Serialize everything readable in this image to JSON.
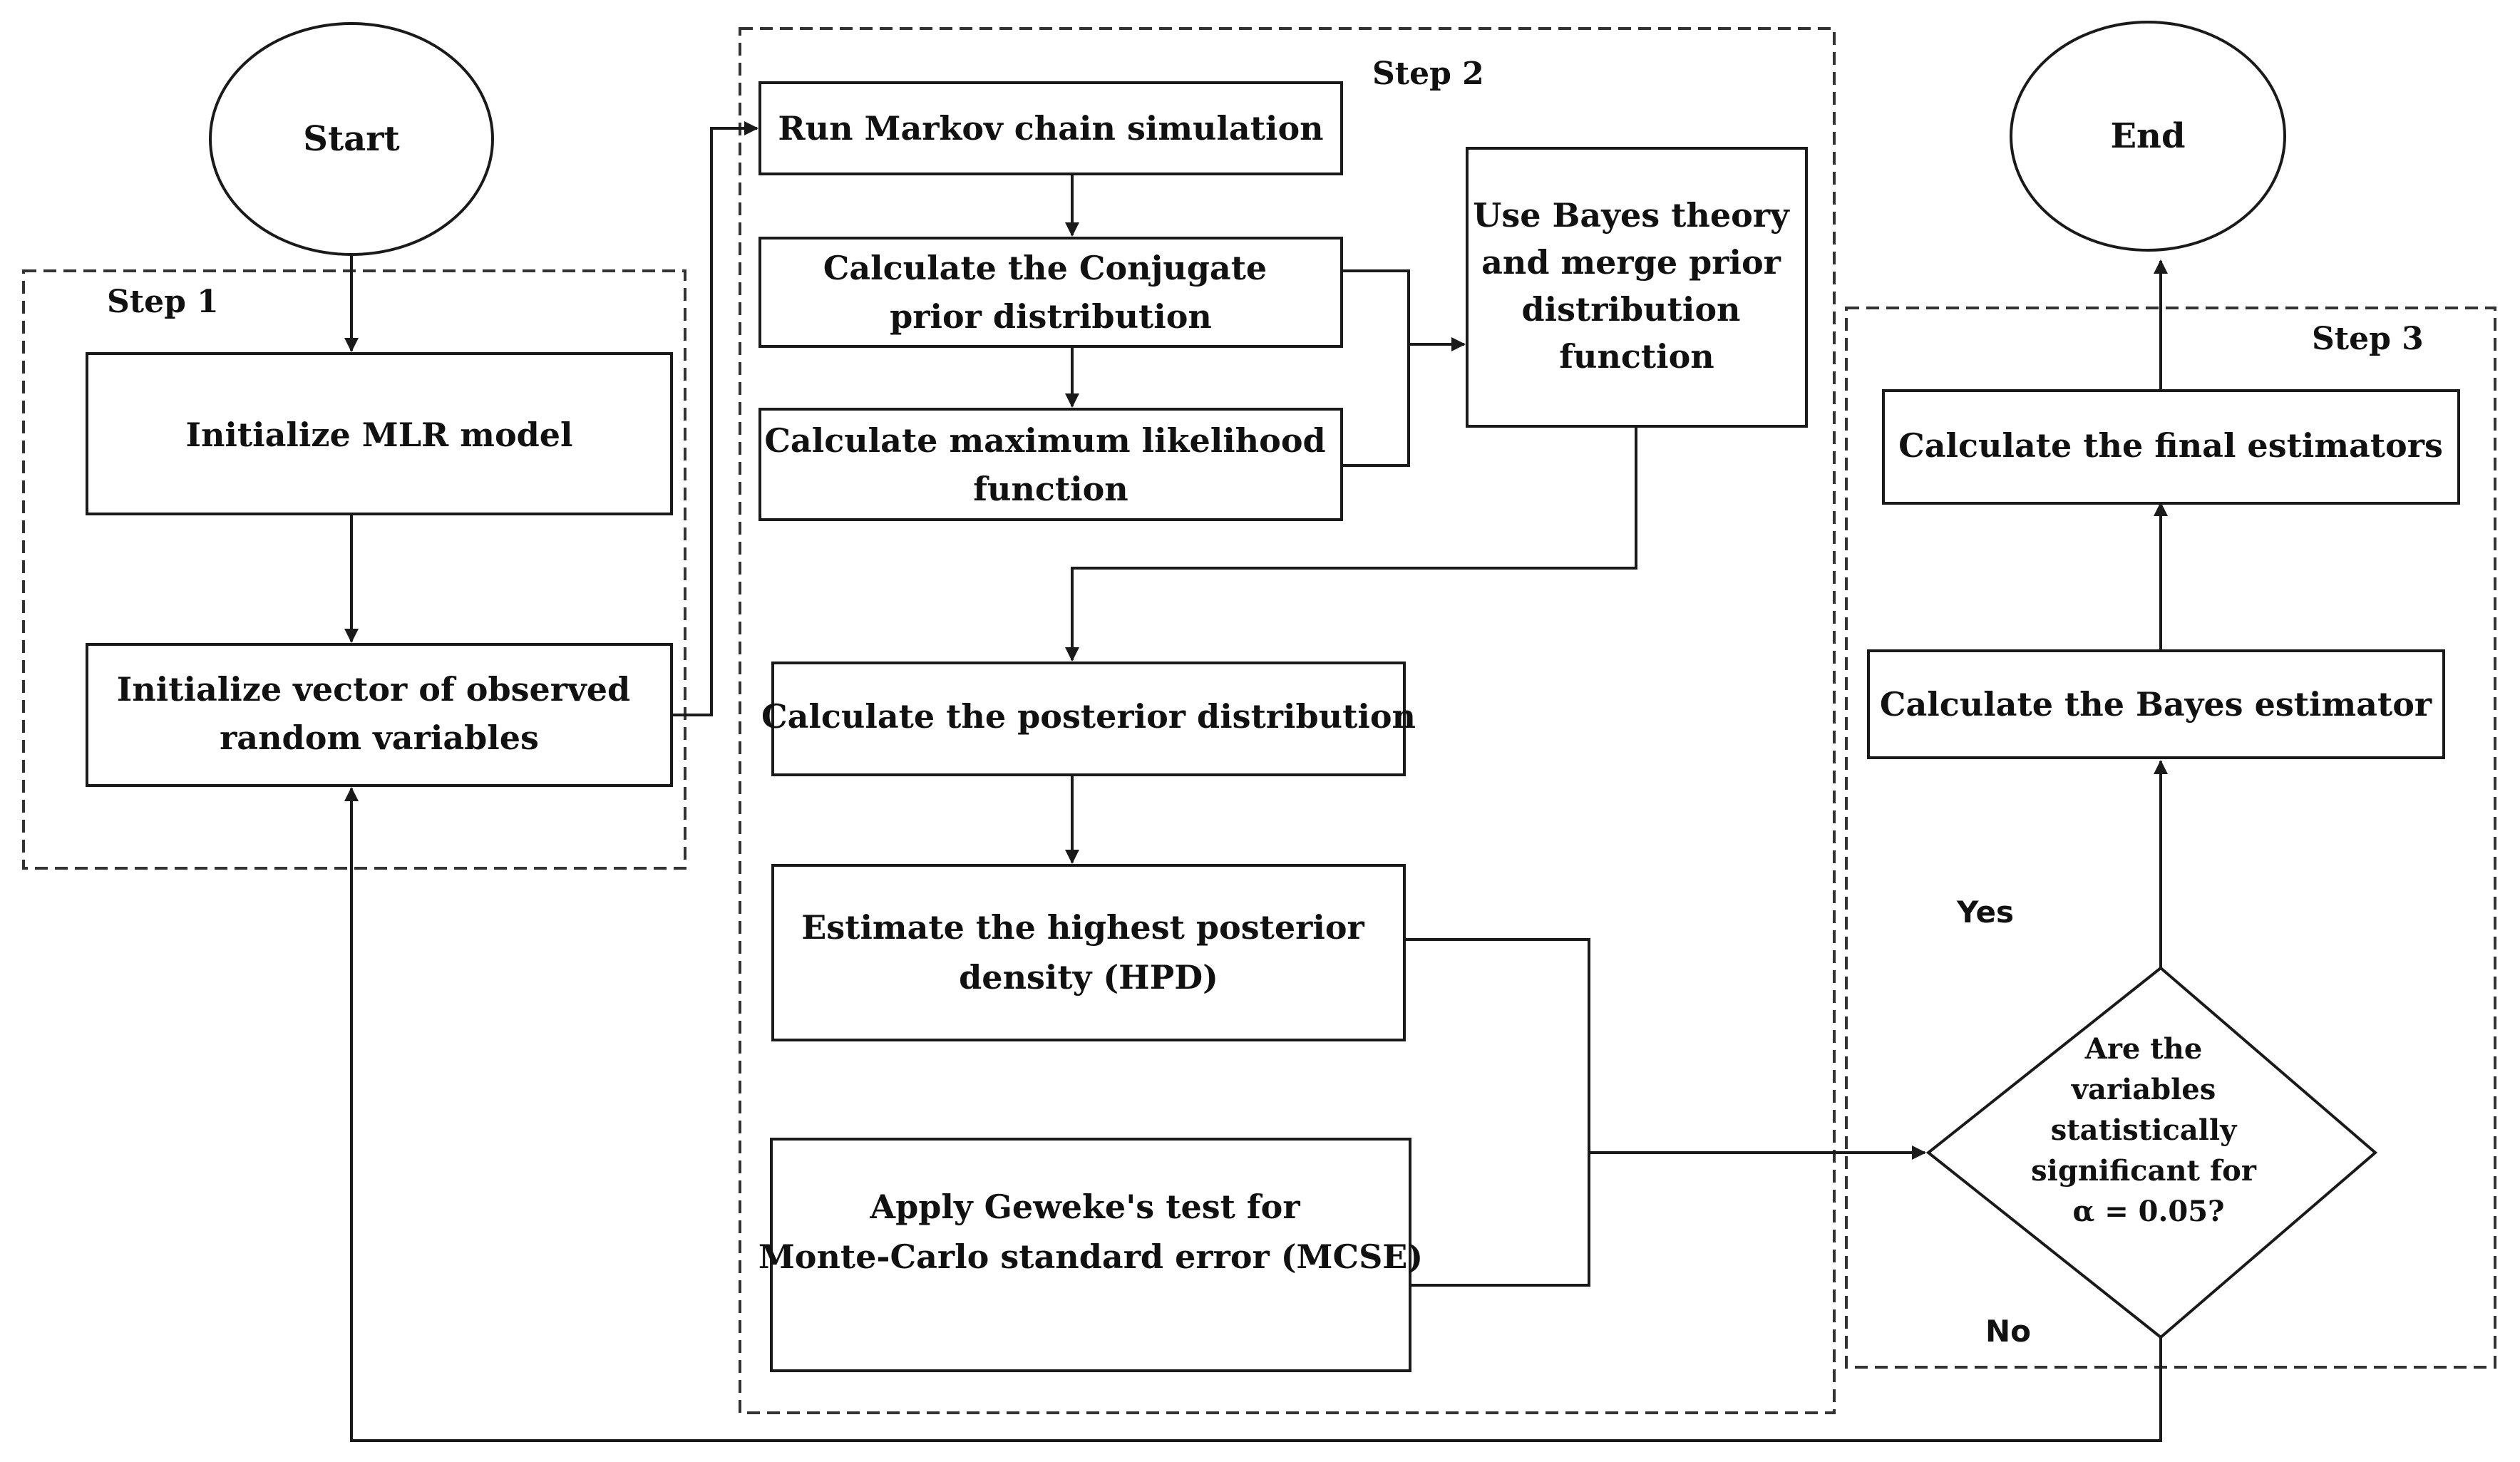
{
  "diagram": {
    "type": "flowchart",
    "groups": [
      {
        "id": "step1",
        "label": "Step 1"
      },
      {
        "id": "step2",
        "label": "Step 2"
      },
      {
        "id": "step3",
        "label": "Step 3"
      }
    ],
    "nodes": {
      "start": {
        "shape": "ellipse",
        "lines": [
          "Start"
        ]
      },
      "end": {
        "shape": "ellipse",
        "lines": [
          "End"
        ]
      },
      "init_mlr": {
        "shape": "rect",
        "group": "step1",
        "lines": [
          "Initialize MLR model"
        ]
      },
      "init_vector": {
        "shape": "rect",
        "group": "step1",
        "lines": [
          "Initialize vector of observed",
          "random variables"
        ]
      },
      "markov": {
        "shape": "rect",
        "group": "step2",
        "lines": [
          "Run Markov chain simulation"
        ]
      },
      "conjugate": {
        "shape": "rect",
        "group": "step2",
        "lines": [
          "Calculate the Conjugate",
          "prior distribution"
        ]
      },
      "likelihood": {
        "shape": "rect",
        "group": "step2",
        "lines": [
          "Calculate maximum likelihood",
          "function"
        ]
      },
      "bayes_theory": {
        "shape": "rect",
        "group": "step2",
        "lines": [
          "Use Bayes theory",
          "and merge prior",
          "distribution",
          "function"
        ]
      },
      "posterior": {
        "shape": "rect",
        "group": "step2",
        "lines": [
          "Calculate the posterior distribution"
        ]
      },
      "hpd": {
        "shape": "rect",
        "group": "step2",
        "lines": [
          "Estimate the highest posterior",
          "density (HPD)"
        ]
      },
      "geweke": {
        "shape": "rect",
        "group": "step2",
        "lines": [
          "Apply Geweke's test for",
          "Monte-Carlo standard error (MCSE)"
        ]
      },
      "decision": {
        "shape": "diamond",
        "group": "step3",
        "lines": [
          "Are the",
          "variables",
          "statistically",
          "significant for",
          "α = 0.05?"
        ]
      },
      "bayes_estimator": {
        "shape": "rect",
        "group": "step3",
        "lines": [
          "Calculate the Bayes estimator"
        ]
      },
      "final_estimators": {
        "shape": "rect",
        "group": "step3",
        "lines": [
          "Calculate the final estimators"
        ]
      }
    },
    "edge_labels": {
      "yes": "Yes",
      "no": "No"
    },
    "edges": [
      {
        "from": "start",
        "to": "init_mlr"
      },
      {
        "from": "init_mlr",
        "to": "init_vector"
      },
      {
        "from": "init_vector",
        "to": "markov"
      },
      {
        "from": "markov",
        "to": "conjugate"
      },
      {
        "from": "conjugate",
        "to": "likelihood"
      },
      {
        "from": "conjugate",
        "to": "bayes_theory"
      },
      {
        "from": "likelihood",
        "to": "bayes_theory"
      },
      {
        "from": "bayes_theory",
        "to": "posterior"
      },
      {
        "from": "posterior",
        "to": "hpd"
      },
      {
        "from": "hpd",
        "to": "decision"
      },
      {
        "from": "geweke",
        "to": "decision"
      },
      {
        "from": "decision",
        "to": "bayes_estimator",
        "label": "Yes"
      },
      {
        "from": "decision",
        "to": "init_vector",
        "label": "No"
      },
      {
        "from": "bayes_estimator",
        "to": "final_estimators"
      },
      {
        "from": "final_estimators",
        "to": "end"
      }
    ]
  }
}
